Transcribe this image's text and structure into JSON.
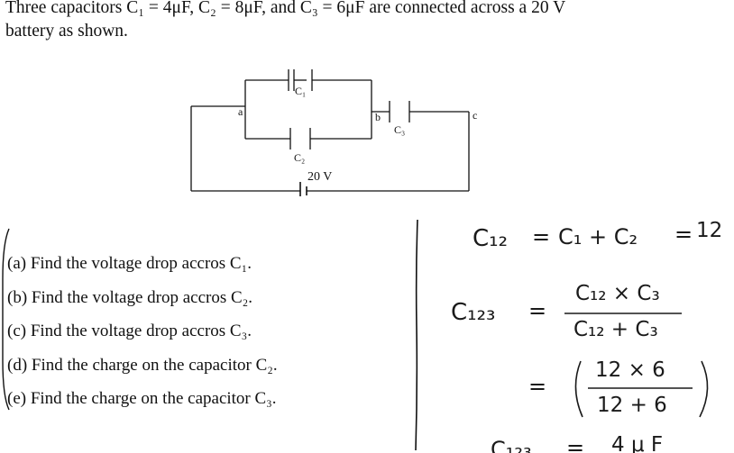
{
  "problem": {
    "line1": "Three capacitors C₁ = 4μF, C₂ = 8μF, and C₃ = 6μF are connected across a 20 V",
    "line2": "battery as shown."
  },
  "circuit": {
    "node_a": "a",
    "node_b": "b",
    "node_c": "c",
    "cap1_label": "C₁",
    "cap2_label": "C₂",
    "cap3_label": "C₃",
    "battery_label": "20 V"
  },
  "questions": [
    "(a)  Find the voltage drop accros C₁.",
    "(b)  Find the voltage drop accros C₂.",
    "(c)  Find the voltage drop accros C₃.",
    "(d)  Find the charge on the capacitor C₂.",
    "(e)  Find the charge on the capacitor C₃."
  ],
  "handwritten": {
    "eq1_lhs": "C₁₂",
    "eq1_eq": "=",
    "eq1_rhs": "C₁ + C₂",
    "eq1_eq2": "=",
    "eq1_val": "12",
    "eq2_lhs": "C₁₂₃",
    "eq2_eq": "=",
    "eq2_num": "C₁₂ × C₃",
    "eq2_den": "C₁₂ + C₃",
    "eq3_eq": "=",
    "eq3_num": "12 × 6",
    "eq3_den": "12 + 6",
    "eq4_lhs": "C₁₂₃",
    "eq4_eq": "=",
    "eq4_val": "4 μ F"
  }
}
